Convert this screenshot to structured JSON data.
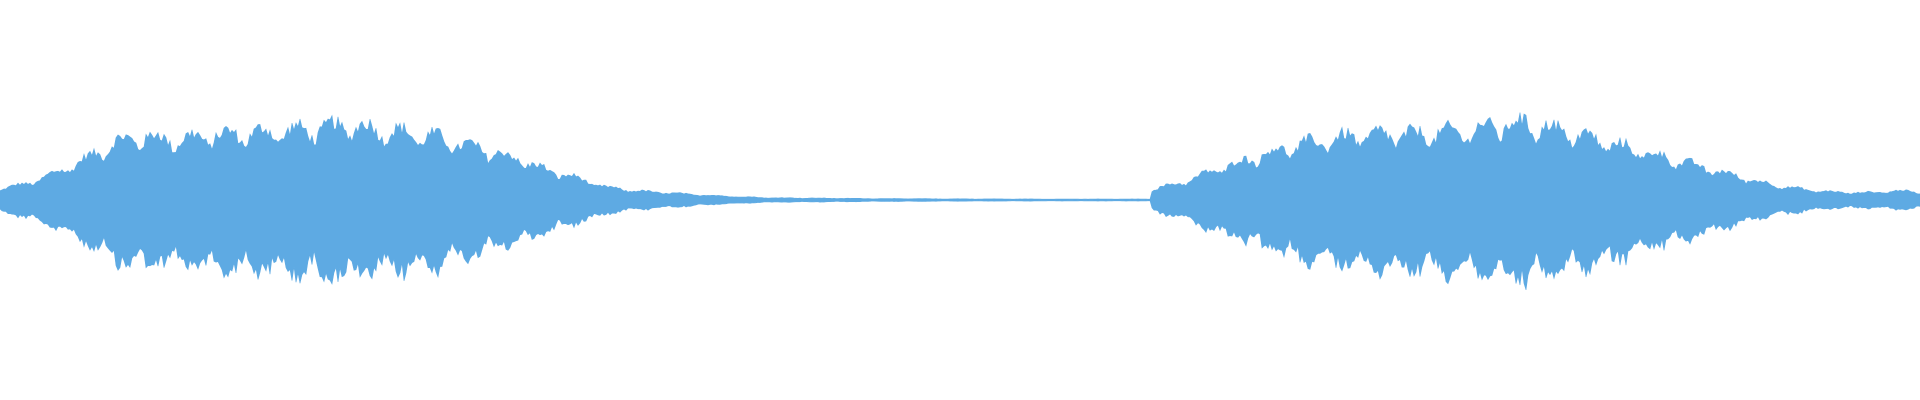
{
  "waveform": {
    "color": "#5eaae3",
    "background": "#ffffff",
    "envelope": [
      [
        0.0,
        0.06
      ],
      [
        0.015,
        0.09
      ],
      [
        0.03,
        0.15
      ],
      [
        0.045,
        0.22
      ],
      [
        0.06,
        0.31
      ],
      [
        0.075,
        0.34
      ],
      [
        0.09,
        0.32
      ],
      [
        0.105,
        0.34
      ],
      [
        0.12,
        0.35
      ],
      [
        0.135,
        0.36
      ],
      [
        0.15,
        0.37
      ],
      [
        0.165,
        0.38
      ],
      [
        0.18,
        0.4
      ],
      [
        0.195,
        0.38
      ],
      [
        0.21,
        0.36
      ],
      [
        0.225,
        0.34
      ],
      [
        0.24,
        0.3
      ],
      [
        0.255,
        0.26
      ],
      [
        0.27,
        0.22
      ],
      [
        0.285,
        0.16
      ],
      [
        0.3,
        0.12
      ],
      [
        0.315,
        0.07
      ],
      [
        0.33,
        0.05
      ],
      [
        0.345,
        0.04
      ],
      [
        0.36,
        0.03
      ],
      [
        0.38,
        0.02
      ],
      [
        0.4,
        0.012
      ],
      [
        0.45,
        0.008
      ],
      [
        0.5,
        0.006
      ],
      [
        0.55,
        0.005
      ],
      [
        0.59,
        0.005
      ],
      [
        0.599,
        0.005
      ],
      [
        0.6,
        0.06
      ],
      [
        0.615,
        0.09
      ],
      [
        0.63,
        0.15
      ],
      [
        0.645,
        0.2
      ],
      [
        0.66,
        0.25
      ],
      [
        0.675,
        0.29
      ],
      [
        0.69,
        0.32
      ],
      [
        0.705,
        0.34
      ],
      [
        0.72,
        0.35
      ],
      [
        0.735,
        0.35
      ],
      [
        0.75,
        0.36
      ],
      [
        0.765,
        0.37
      ],
      [
        0.78,
        0.4
      ],
      [
        0.795,
        0.41
      ],
      [
        0.81,
        0.38
      ],
      [
        0.825,
        0.34
      ],
      [
        0.84,
        0.3
      ],
      [
        0.855,
        0.26
      ],
      [
        0.87,
        0.22
      ],
      [
        0.885,
        0.18
      ],
      [
        0.9,
        0.14
      ],
      [
        0.915,
        0.1
      ],
      [
        0.93,
        0.07
      ],
      [
        0.945,
        0.05
      ],
      [
        0.96,
        0.04
      ],
      [
        0.975,
        0.04
      ],
      [
        0.99,
        0.05
      ],
      [
        1.0,
        0.04
      ]
    ]
  }
}
